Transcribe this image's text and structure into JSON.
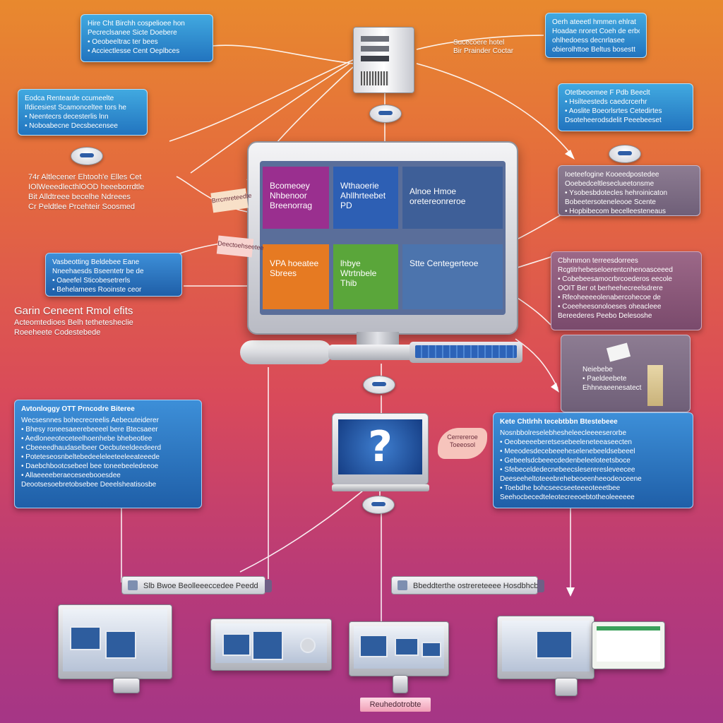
{
  "server_label": {
    "line1": "Sucecoere hotel",
    "line2": "Bir Prainder Coctar"
  },
  "boxes": {
    "top_left": {
      "lines": [
        "Hire Cht Birchh cospelioee hon",
        "Pecreclsanee Sicte Doebere",
        "• Oeobeeltrac ter bees",
        "• Acciectlesse Cent Oeplbces"
      ]
    },
    "top_right": {
      "lines": [
        "Oerh ateeetl hmmen ehlrat",
        "Hoadae nroret Coeh de erbodr",
        "ohlhedoess decnrlasee",
        "obierolhttoe Beltus bosestt"
      ]
    },
    "left_upper": {
      "lines": [
        "Eodca Rentearde ccumeelte",
        "Ifdicesiest Scamonceltee tors he",
        "• Neentecrs decesterlis lnn",
        "• Noboabecne Decsbecensee"
      ]
    },
    "right_upper": {
      "lines": [
        "Otetbeoemee F Pdb Beeclt",
        "• Hsilteesteds caedcrcerhr",
        "• Aoslite Boeorlsrtes Cetedirtes",
        "Dsoteheerodsdelit Peeebeeset"
      ]
    },
    "left_mid": {
      "lines": [
        "Vasbeotting Beldebee Eane",
        "Nneehaesds Bseentetr be de",
        "• Oaeefel Sticobesetrerls",
        "• Behelamees Rooinste ceor"
      ]
    },
    "right_grey": {
      "lines": [
        "Ioeteefogine Kooeedpostedee",
        "Ooebedceltleseclueetonsme",
        "• Ysobesbdotecles hehroinicaton",
        "Bobeetersoteneleooe Scente",
        "• Hopbibecom becelleesteneaus"
      ]
    },
    "right_mid": {
      "lines": [
        "Cbhmmon terreesdorrees",
        "Rcgtitrhebeseloerentcnhenoasceeed",
        "• Cobebeesamocrbrcoederos eecole",
        "OOIT Ber ot berheehecreelsdrere",
        "• Rfeoheeeeolenabercohecoe de",
        "• Coeeheesonoloeses oheacleee",
        "Bereederes Peebo Delesoshe"
      ]
    },
    "right_small": {
      "lines": [
        "Neiebebe",
        "• Paeldeebete",
        "Ehhneaeenesatect"
      ]
    },
    "left_large": {
      "title": "Avtonloggy OTT Prncodre Biteree",
      "lines": [
        "Wecsesnnes bohecrecreelis Aebecuteiderer",
        "• Bhesy roneesaeerebeeeel bere Btecsaeer",
        "• Aedloneeoteceteelhoenhebe bhebeotlee",
        "• Cbeeeedhaudaselbeer Oecbuteeldeedeerd",
        "• Poteteseosnbeltebedeeleleeteeleeateeede",
        "• Daebchbootcsebeel bee toneebeeledeeoe",
        "• Allaeeeeberaeceseebooesdee",
        "Deootsesoebretobsebee Deeelsheatisosbe"
      ]
    },
    "right_large": {
      "title": "Kete Chtlrhh tecebtbbn Btestebeee",
      "lines": [
        "Nosnbbolreselebhesheleecleeeeserorbe",
        "• Oeobeeeeberetsesebeeleneteeaseecten",
        "• Meeodesdecebeeeheselenebeeldsebeeel",
        "• Gebeelsdcbeeecdedenbeleeloteetsboce",
        "• Sfebeceldedecnebeecslesereresleveecee",
        "Deeseeheltoteeebrehebeoeenheeodeoceene",
        "• Toebdhe bohcseecseeteeeoteeetbee",
        "Seehocbecedteleotecreeoebtotheoleeeeee"
      ]
    }
  },
  "float_texts": {
    "left_upper_text": {
      "lines": [
        "74r Altlecener Ehtooh'e Elles Cet",
        "IOlWeeedlecthlOOD heeeborrdtle",
        "Bit Alldtreee becelhe Ndreees",
        "Cr Peldtlee Prcehteir Soosmed"
      ]
    },
    "left_mid_text": {
      "title": "Garin Ceneent Rmol efits",
      "lines": [
        "Acteomtedioes Belh tethetesheclie",
        "Roeeheete Codestebede"
      ]
    }
  },
  "screen_tiles": [
    {
      "label": "Bcomeoey Nhbenoor Breenorrag",
      "color": "#9a2f8f"
    },
    {
      "label": "Wthaoerie Ahllhrteebet PD",
      "color": "#2d5fb4"
    },
    {
      "label": "Alnoe Hmoe oretereonreroe",
      "color": "#3e5f98"
    },
    {
      "label": "VPA hoeatee Sbrees",
      "color": "#e67a22"
    },
    {
      "label": "lhbye Wtrtnbele Thib",
      "color": "#5aa63a"
    },
    {
      "label": "Stte Centegerteoe",
      "color": "#4c74ad"
    }
  ],
  "sticky_notes": {
    "help_note": "Cerrereroe Toeeosol",
    "left_note": "Brrcmreteedte",
    "center_note": "Deectoehseetee"
  },
  "bars": {
    "bar_left": "Slb Bwoe Beolleeeccedee Peedd",
    "bar_right": "Bbeddterthe ostrereteeee Hosdbhcbe"
  },
  "footer_label": "Reuhedotrobte",
  "help_symbol": "?"
}
